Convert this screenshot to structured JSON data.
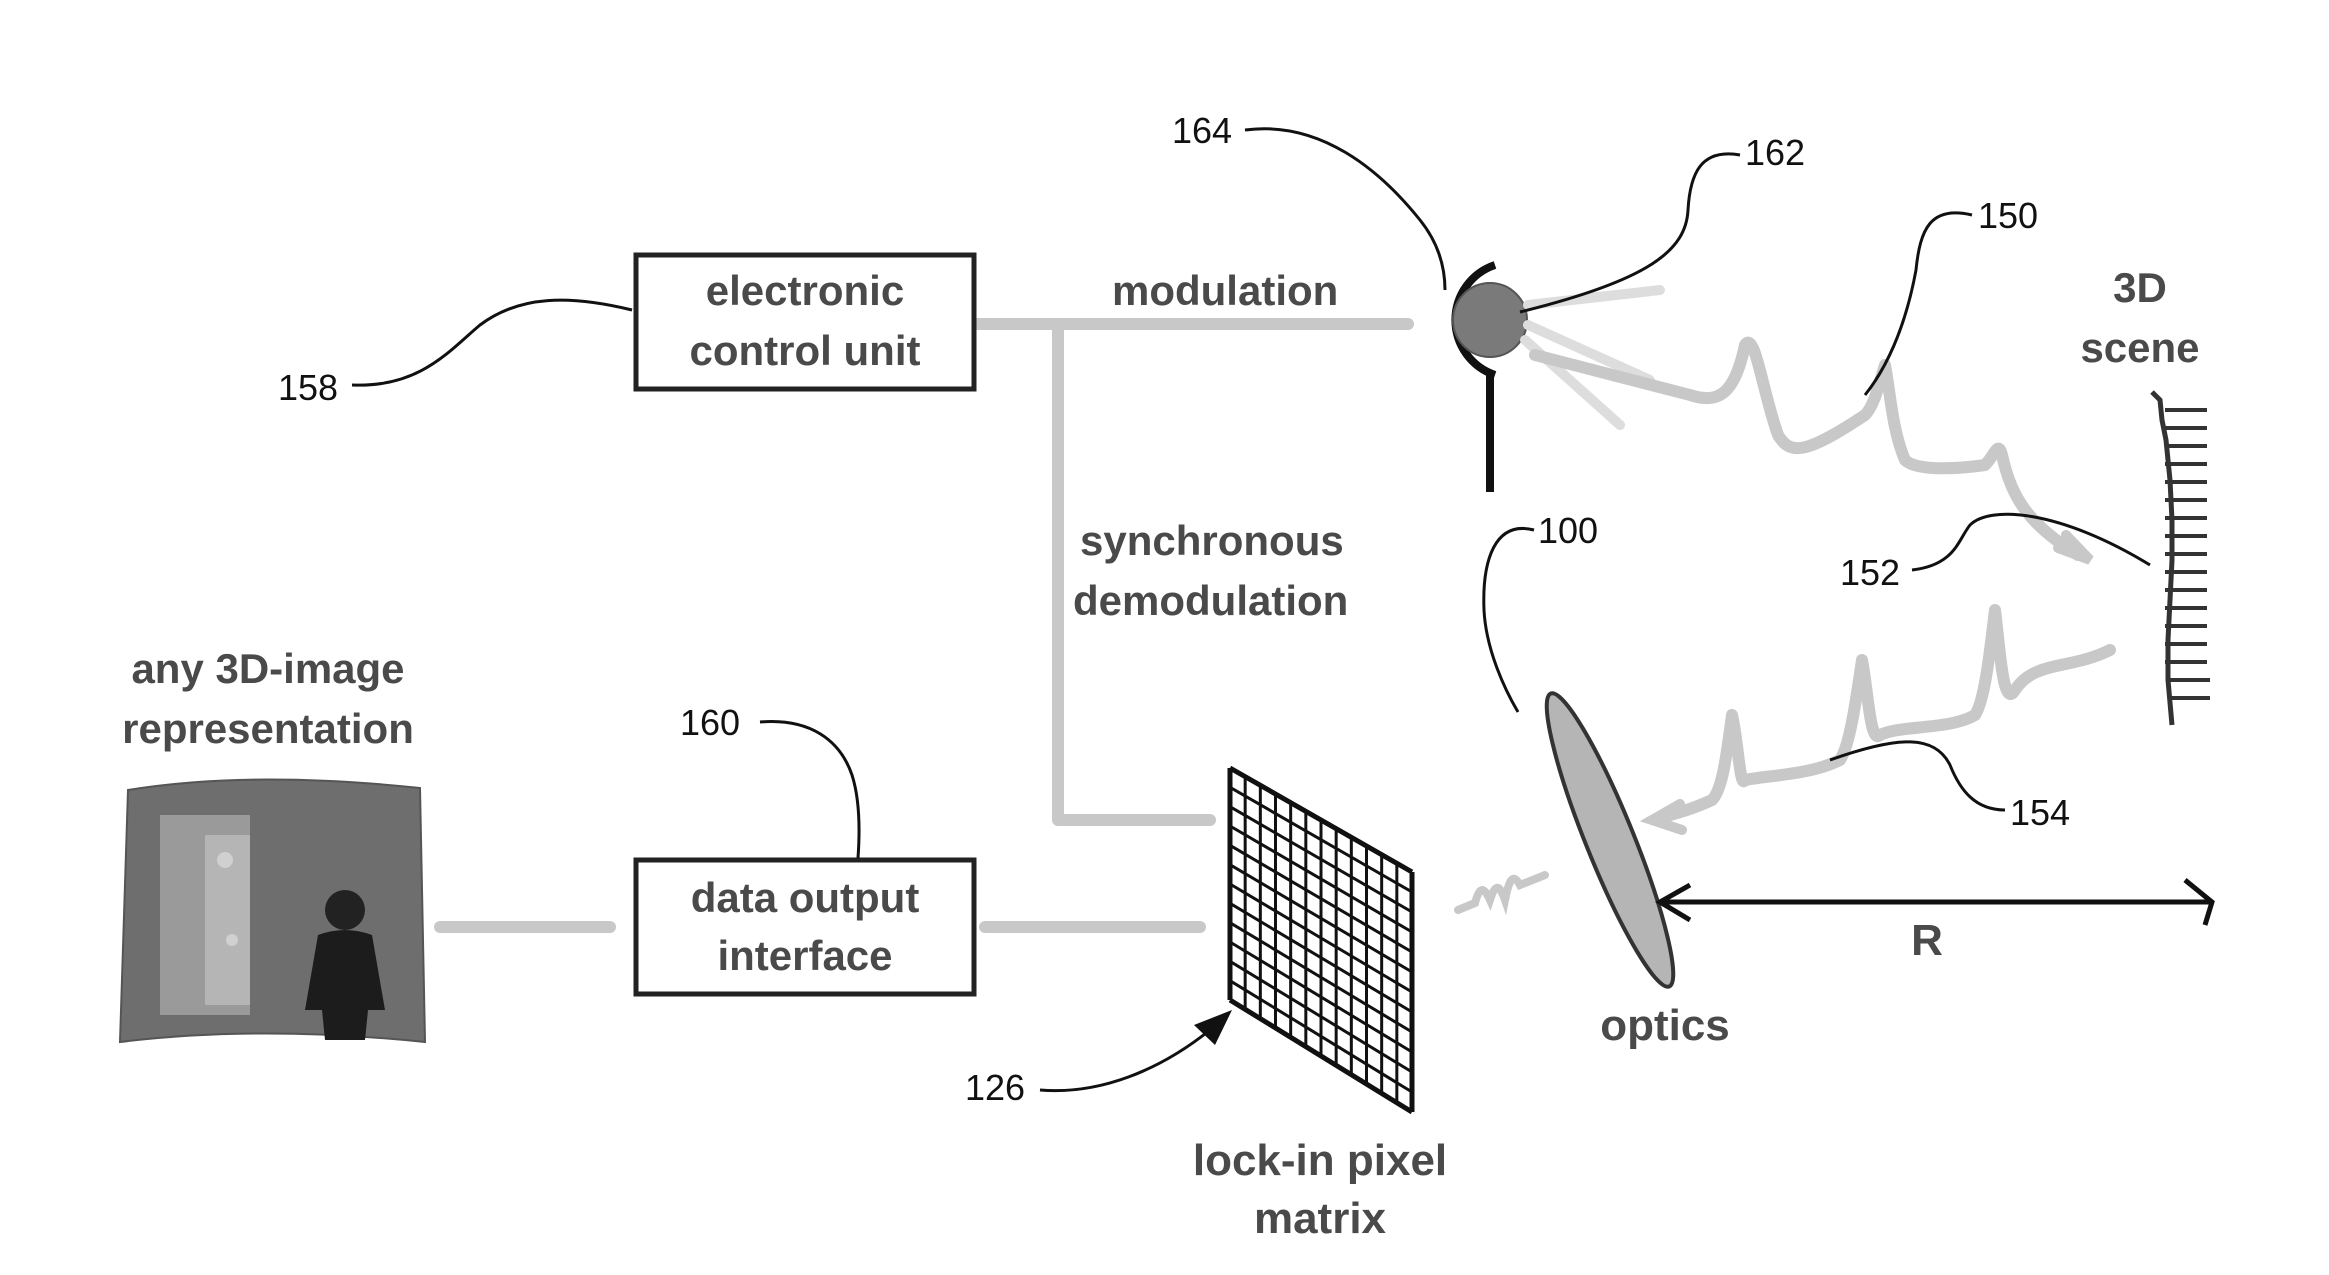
{
  "blocks": {
    "ecu": [
      "electronic",
      "control unit"
    ],
    "data_output": [
      "data output",
      "interface"
    ]
  },
  "labels": {
    "modulation": "modulation",
    "sync_demod": [
      "synchronous",
      "demodulation"
    ],
    "any_3d": [
      "any 3D-image",
      "representation"
    ],
    "scene": [
      "3D",
      "scene"
    ],
    "pixel_matrix": [
      "lock-in pixel",
      "matrix"
    ],
    "optics": "optics",
    "range": "R"
  },
  "refs": {
    "r158": "158",
    "r164": "164",
    "r162": "162",
    "r150": "150",
    "r100": "100",
    "r152": "152",
    "r154": "154",
    "r160": "160",
    "r126": "126"
  },
  "colors": {
    "signal": "#c8c8c8",
    "light_source": "#7a7a7a",
    "lens": "#b5b5b5",
    "label_text": "#4a4a4a"
  }
}
